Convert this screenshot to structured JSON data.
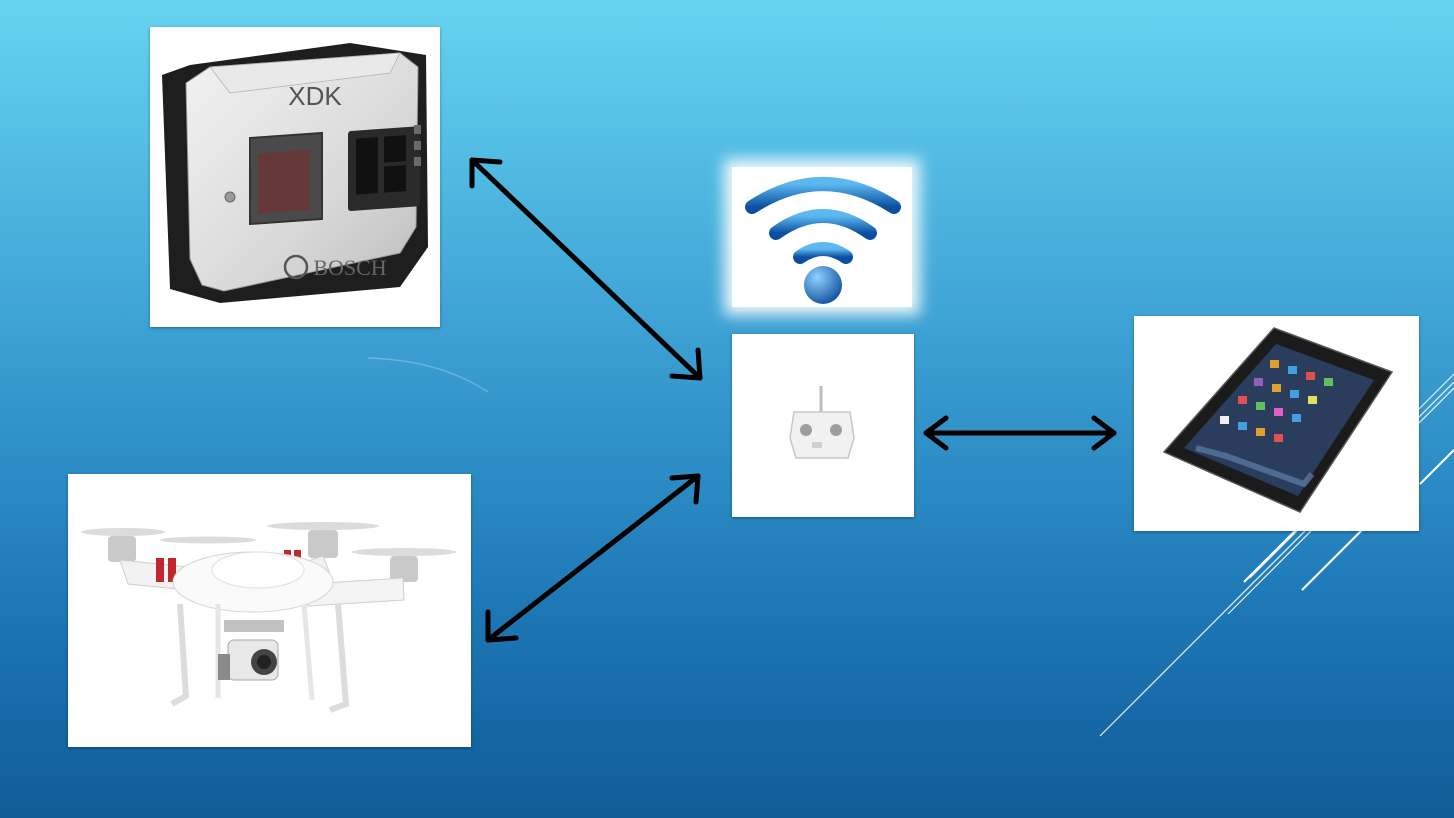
{
  "slide": {
    "background_top": "#66d4f0",
    "background_bottom": "#0f5c98",
    "arrow_color": "#000000",
    "decoration_line_color": "#ffffff"
  },
  "nodes": {
    "xdk_sensor": {
      "icon": "xdk-sensor-device-icon",
      "device_text": "XDK",
      "logo_text": "BOSCH"
    },
    "drone": {
      "icon": "quadcopter-drone-icon"
    },
    "remote_controller": {
      "icon": "remote-controller-icon"
    },
    "tablet": {
      "icon": "tablet-icon"
    },
    "wifi": {
      "icon": "wifi-icon",
      "color": "#1a6fc4"
    }
  },
  "connections": [
    {
      "from": "xdk_sensor",
      "to": "remote_controller",
      "type": "bidirectional"
    },
    {
      "from": "drone",
      "to": "remote_controller",
      "type": "bidirectional"
    },
    {
      "from": "remote_controller",
      "to": "tablet",
      "type": "bidirectional"
    }
  ]
}
